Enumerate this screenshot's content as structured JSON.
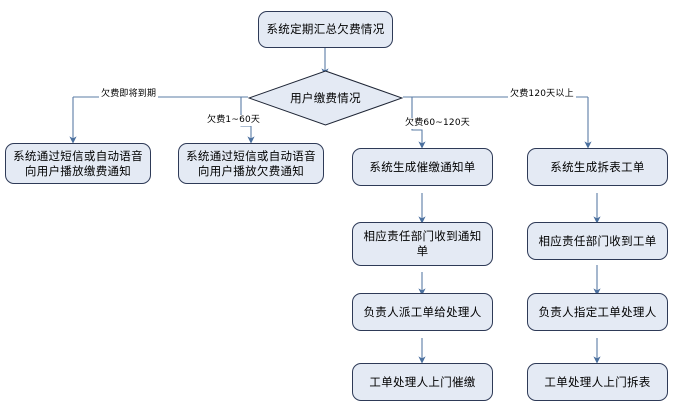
{
  "diagram": {
    "title_node": {
      "label": "系统定期汇总欠费情况"
    },
    "decision": {
      "label": "用户缴费情况"
    },
    "edge_labels": {
      "branch1": "欠费即将到期",
      "branch2": "欠费1~60天",
      "branch3": "欠费60~120天",
      "branch4": "欠费120天以上"
    },
    "columns": [
      {
        "id": "column-1",
        "steps": [
          {
            "label": "系统通过短信或自动语音向用户播放缴费通知"
          }
        ]
      },
      {
        "id": "column-2",
        "steps": [
          {
            "label": "系统通过短信或自动语音向用户播放欠费通知"
          }
        ]
      },
      {
        "id": "column-3",
        "steps": [
          {
            "label": "系统生成催缴通知单"
          },
          {
            "label": "相应责任部门收到通知单"
          },
          {
            "label": "负责人派工单给处理人"
          },
          {
            "label": "工单处理人上门催缴"
          }
        ]
      },
      {
        "id": "column-4",
        "steps": [
          {
            "label": "系统生成拆表工单"
          },
          {
            "label": "相应责任部门收到工单"
          },
          {
            "label": "负责人指定工单处理人"
          },
          {
            "label": "工单处理人上门拆表"
          }
        ]
      }
    ],
    "colors": {
      "node_fill": "#e4eaf4",
      "node_stroke": "#2e3a57",
      "connector": "#5b7ca6",
      "background": "#ffffff",
      "text": "#000000"
    }
  }
}
